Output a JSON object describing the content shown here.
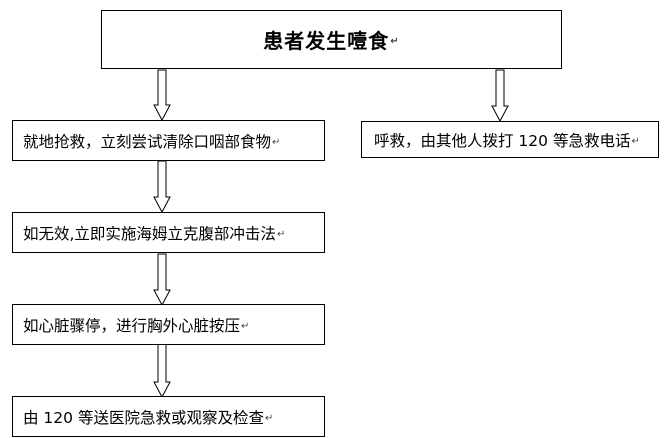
{
  "title": {
    "text": "患者发生噎食"
  },
  "steps": [
    {
      "text": "就地抢救，立刻尝试清除口咽部食物"
    },
    {
      "text": "如无效,立即实施海姆立克腹部冲击法"
    },
    {
      "text": "如心脏骤停，进行胸外心脏按压"
    },
    {
      "text": "由 120 等送医院急救或观察及检查"
    }
  ],
  "side": {
    "text": "呼救，由其他人拨打 120 等急救电话"
  },
  "paragraph_mark": "↵"
}
